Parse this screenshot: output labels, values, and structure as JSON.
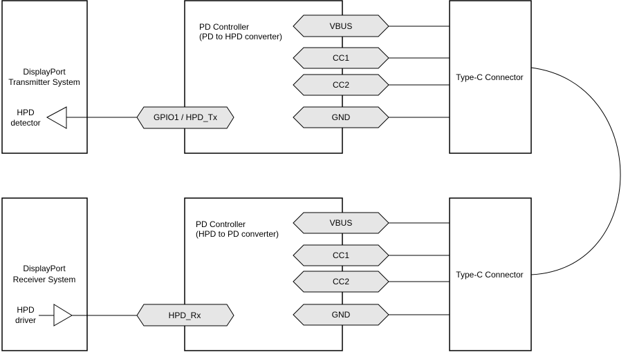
{
  "top": {
    "dp_system": {
      "line1": "DisplayPort",
      "line2": "Transmitter System"
    },
    "hpd_block": {
      "line1": "HPD",
      "line2": "detector"
    },
    "pd_controller": {
      "line1": "PD Controller",
      "line2": "(PD to HPD converter)"
    },
    "gpio_signal": "GPIO1 / HPD_Tx",
    "signals": [
      "VBUS",
      "CC1",
      "CC2",
      "GND"
    ],
    "connector": "Type-C Connector"
  },
  "bottom": {
    "dp_system": {
      "line1": "DisplayPort",
      "line2": "Receiver System"
    },
    "hpd_block": {
      "line1": "HPD",
      "line2": "driver"
    },
    "pd_controller": {
      "line1": "PD Controller",
      "line2": "(HPD to PD converter)"
    },
    "gpio_signal": "HPD_Rx",
    "signals": [
      "VBUS",
      "CC1",
      "CC2",
      "GND"
    ],
    "connector": "Type-C Connector"
  }
}
